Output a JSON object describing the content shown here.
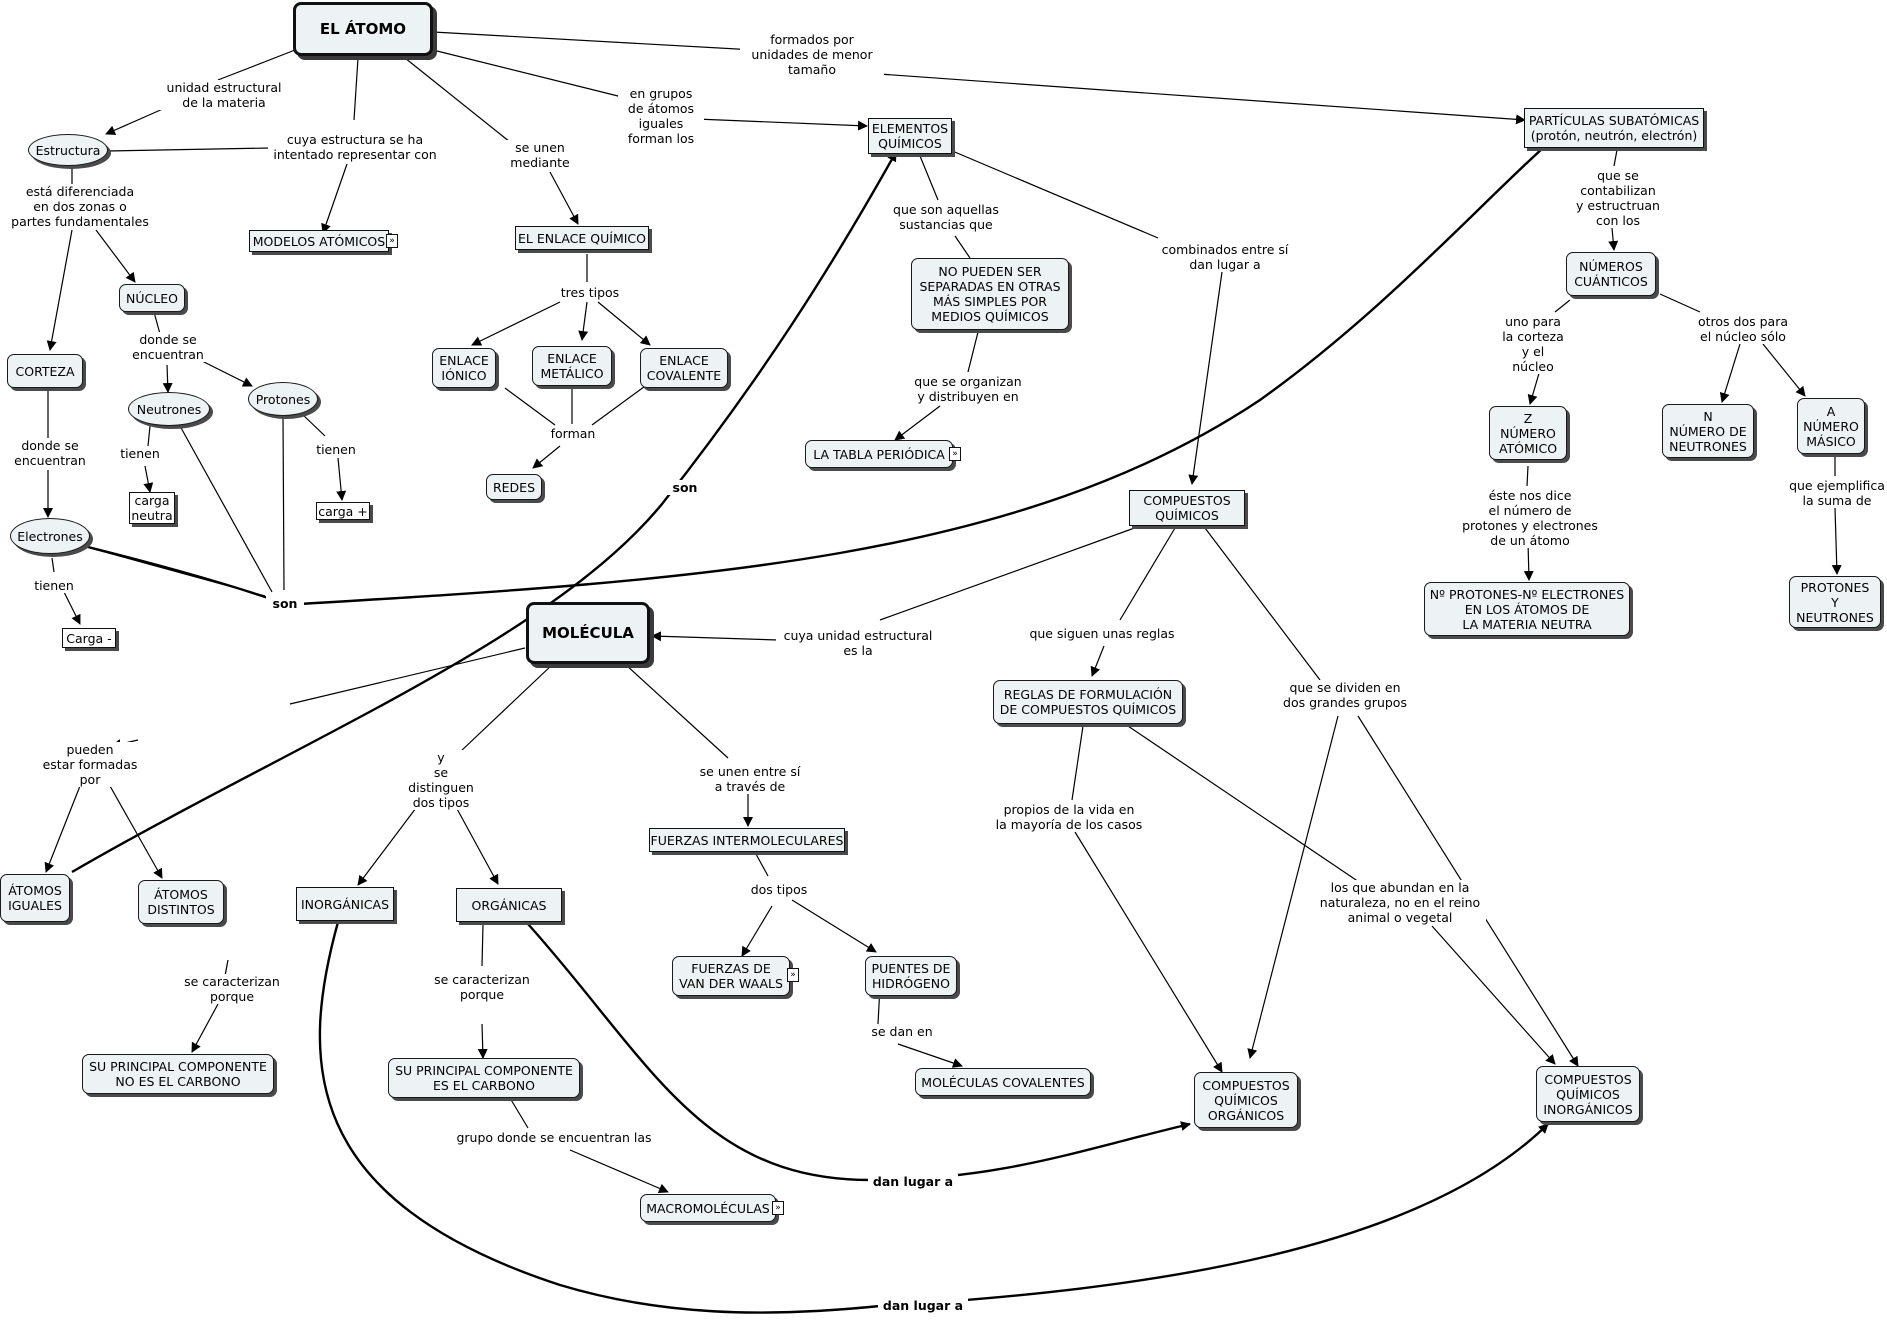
{
  "nodes": {
    "el_atomo": "EL ÁTOMO",
    "estructura": "Estructura",
    "modelos_atomicos": "MODELOS ATÓMICOS",
    "el_enlace_quimico": "EL ENLACE QUÍMICO",
    "elementos_quimicos": "ELEMENTOS\nQUÍMICOS",
    "particulas_subatomicas": "PARTÍCULAS SUBATÓMICAS\n(protón, neutrón, electrón)",
    "nucleo": "NÚCLEO",
    "corteza": "CORTEZA",
    "neutrones": "Neutrones",
    "protones": "Protones",
    "electrones": "Electrones",
    "carga_neutra": "carga\nneutra",
    "carga_mas": "carga +",
    "carga_menos": "Carga -",
    "enlace_ionico": "ENLACE\nIÓNICO",
    "enlace_metalico": "ENLACE\nMETÁLICO",
    "enlace_covalente": "ENLACE\nCOVALENTE",
    "redes": "REDES",
    "no_pueden_ser": "NO PUEDEN SER\nSEPARADAS EN OTRAS\nMÁS SIMPLES POR\nMEDIOS QUÍMICOS",
    "tabla_periodica": "LA TABLA PERIÓDICA",
    "compuestos_quimicos": "COMPUESTOS\nQUÍMICOS",
    "numeros_cuanticos": "NÚMEROS\nCUÁNTICOS",
    "z_numero_atomico": "Z\nNÚMERO\nATÓMICO",
    "n_numero_neutrones": "N\nNÚMERO DE\nNEUTRONES",
    "a_numero_masico": "A\nNÚMERO\nMÁSICO",
    "n_protones_electrones": "Nº PROTONES-Nº ELECTRONES\nEN LOS ÁTOMOS DE\nLA MATERIA NEUTRA",
    "protones_y_neutrones": "PROTONES\nY\nNEUTRONES",
    "molecula": "MOLÉCULA",
    "atomos_iguales": "ÁTOMOS\nIGUALES",
    "atomos_distintos": "ÁTOMOS\nDISTINTOS",
    "inorganicas": "INORGÁNICAS",
    "organicas": "ORGÁNICAS",
    "fuerzas_intermoleculares": "FUERZAS INTERMOLECULARES",
    "fuerzas_van_der_waals": "FUERZAS DE\nVAN DER WAALS",
    "puentes_hidrogeno": "PUENTES DE\nHIDRÓGENO",
    "moleculas_covalentes": "MOLÉCULAS COVALENTES",
    "su_principal_no_carbono": "SU PRINCIPAL COMPONENTE\nNO ES EL CARBONO",
    "su_principal_carbono": "SU PRINCIPAL COMPONENTE\nES EL CARBONO",
    "macromoleculas": "MACROMOLÉCULAS",
    "reglas_formulacion": "REGLAS DE FORMULACIÓN\nDE COMPUESTOS QUÍMICOS",
    "compuestos_organicos": "COMPUESTOS\nQUÍMICOS\nORGÁNICOS",
    "compuestos_inorganicos": "COMPUESTOS\nQUÍMICOS\nINORGÁNICOS"
  },
  "labels": {
    "formados_por": "formados por\nunidades de menor\ntamaño",
    "unidad_estructural": "unidad estructural\nde la materia",
    "cuya_estructura": "cuya estructura se ha\nintentado representar con",
    "se_unen_mediante": "se unen\nmediante",
    "en_grupos": "en grupos\nde átomos\niguales\nforman los",
    "esta_diferenciada": "está diferenciada\nen dos zonas o\npartes fundamentales",
    "donde_se_encuentran_1": "donde se\nencuentran",
    "donde_se_encuentran_2": "donde se\nencuentran",
    "tienen_1": "tienen",
    "tienen_2": "tienen",
    "tienen_3": "tienen",
    "son_1": "son",
    "son_2": "son",
    "tres_tipos": "tres tipos",
    "forman": "forman",
    "que_son_aquellas": "que son aquellas\nsustancias que",
    "que_se_organizan": "que se organizan\ny distribuyen en",
    "combinados": "combinados entre sí\ndan lugar a",
    "que_se_contabilizan": "que se\ncontabilizan\ny estructruan\ncon los",
    "uno_para_corteza": "uno para\nla corteza\ny el\nnúcleo",
    "otros_dos": "otros dos para\nel núcleo sólo",
    "este_nos_dice": "éste nos dice\nel número de\nprotones y electrones\nde un átomo",
    "que_ejemplifica": "que ejemplifica\nla suma de",
    "cuya_unidad": "cuya unidad estructural\nes la",
    "pueden_estar": "pueden\nestar formadas\npor",
    "y_se_distinguen": "y\nse distinguen\ndos tipos",
    "se_unen_entre_si": "se unen entre sí\na través de",
    "dos_tipos": "dos tipos",
    "se_dan_en": "se dan en",
    "se_caracterizan_1": "se caracterizan\nporque",
    "se_caracterizan_2": "se caracterizan\nporque",
    "grupo_donde": "grupo donde se encuentran las",
    "dan_lugar_1": "dan lugar a",
    "dan_lugar_2": "dan lugar a",
    "que_siguen": "que siguen unas reglas",
    "propios_vida": "propios de la vida en\nla mayoría de los casos",
    "que_se_dividen": "que se dividen en\ndos grandes grupos",
    "los_que_abundan": "los que abundan en la\nnaturaleza, no en el reino\nanimal o vegetal"
  },
  "doc_icon": "double-chevron-icon"
}
